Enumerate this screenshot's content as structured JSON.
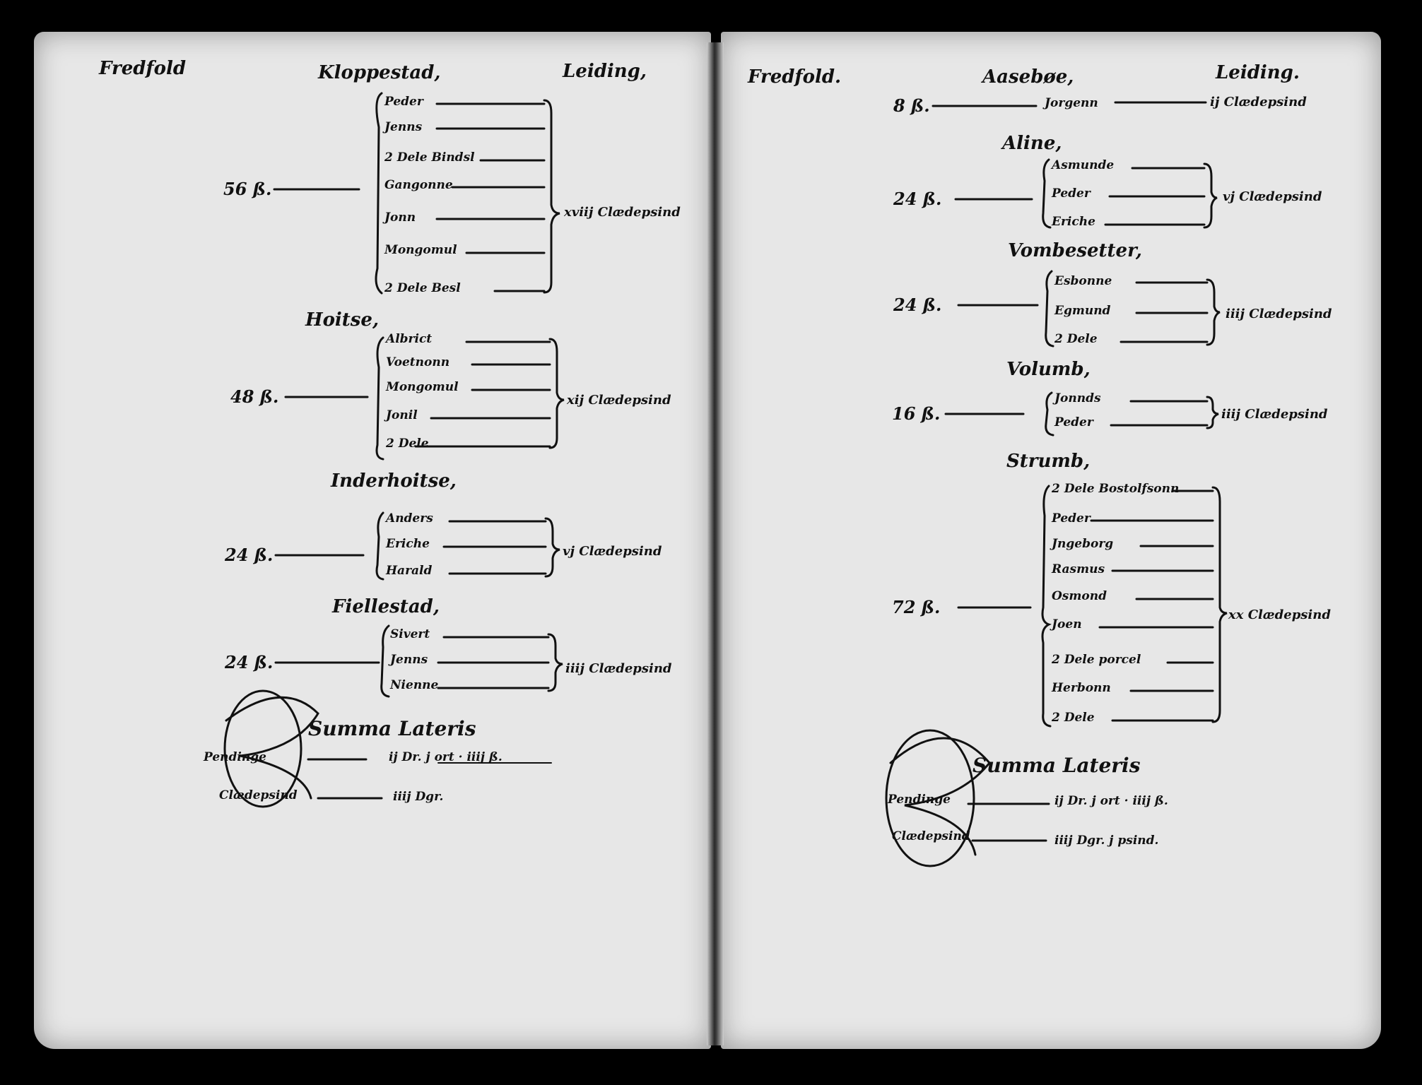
{
  "left_page": {
    "district": "Fredfold",
    "header_right": "Leiding,",
    "farms": [
      {
        "name": "Kloppestad,",
        "amount": "56 ß.",
        "people": [
          "Peder",
          "Jenns",
          "2 Dele Bindsl",
          "Gangonne",
          "Jonn",
          "Mongomul",
          "2 Dele Besl"
        ],
        "total": "xviij Clædepsind"
      },
      {
        "name": "Hoitse,",
        "amount": "48 ß.",
        "people": [
          "Albrict",
          "Voetnonn",
          "Mongomul",
          "Jonil",
          "2 Dele"
        ],
        "total": "xij Clædepsind"
      },
      {
        "name": "Inderhoitse,",
        "amount": "24 ß.",
        "people": [
          "Anders",
          "Eriche",
          "Harald"
        ],
        "total": "vj Clædepsind"
      },
      {
        "name": "Fiellestad,",
        "amount": "24 ß.",
        "people": [
          "Sivert",
          "Jenns",
          "Nienne"
        ],
        "total": "iiij Clædepsind"
      }
    ],
    "summa": {
      "heading": "Summa Lateris",
      "rows": [
        {
          "label": "Pendinge",
          "value": "ij Dr. j ort · iiij ß."
        },
        {
          "label": "Clædepsind",
          "value": "iiij Dgr."
        }
      ]
    }
  },
  "right_page": {
    "district": "Fredfold.",
    "header_right": "Leiding.",
    "farms": [
      {
        "name": "Aasebøe,",
        "amount": "8 ß.",
        "people": [
          "Jorgenn"
        ],
        "total": "ij Clædepsind"
      },
      {
        "name": "Aline,",
        "amount": "24 ß.",
        "people": [
          "Asmunde",
          "Peder",
          "Eriche"
        ],
        "total": "vj Clædepsind"
      },
      {
        "name": "Vombesetter,",
        "amount": "24 ß.",
        "people": [
          "Esbonne",
          "Egmund",
          "2 Dele"
        ],
        "total": "iiij Clædepsind"
      },
      {
        "name": "Volumb,",
        "amount": "16 ß.",
        "people": [
          "Jonnds",
          "Peder"
        ],
        "total": "iiij Clædepsind"
      },
      {
        "name": "Strumb,",
        "amount": "72 ß.",
        "people": [
          "2 Dele Bostolfsonn",
          "Peder",
          "Jngeborg",
          "Rasmus",
          "Osmond",
          "Joen",
          "2 Dele porcel",
          "Herbonn",
          "2 Dele"
        ],
        "total": "xx Clædepsind"
      }
    ],
    "summa": {
      "heading": "Summa Lateris",
      "rows": [
        {
          "label": "Pendinge",
          "value": "ij Dr. j ort · iiij ß."
        },
        {
          "label": "Clædepsind",
          "value": "iiij Dgr. j psind."
        }
      ]
    }
  }
}
